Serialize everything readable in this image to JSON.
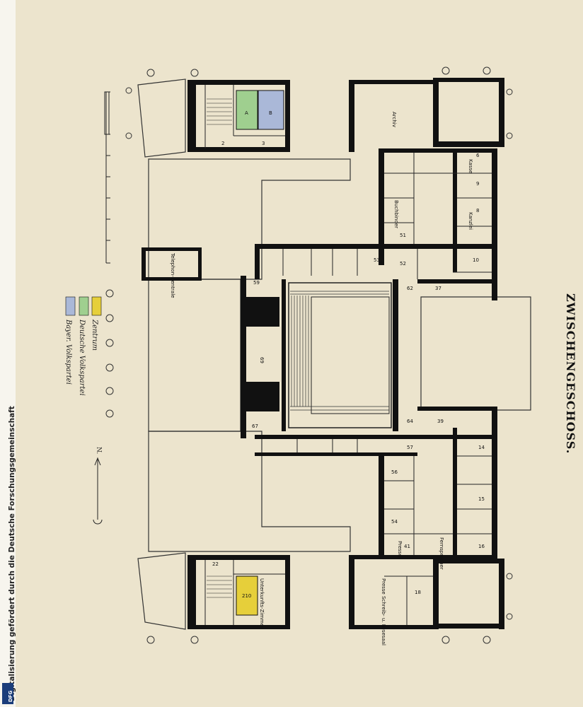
{
  "sidebar_caption": "Digitalisierung gefördert durch die Deutsche Forschungsgemeinschaft",
  "sidebar_logo": "DFG",
  "plan_title": "ZWISCHENGESCHOSS.",
  "north_label": "N.",
  "legend": [
    {
      "label": "Zentrum",
      "color": "#e6cf3a"
    },
    {
      "label": "Deutsche Volkspartei",
      "color": "#9fcf8f"
    },
    {
      "label": "Bayer. Volkspartei",
      "color": "#aab8d8"
    }
  ],
  "rooms": {
    "A": "A",
    "B": "B",
    "archiv": "Archiv",
    "r210": "210",
    "telephon": "Telephon-Zentrale",
    "buchbinder": "Buchbinder",
    "kasse": "Kasse",
    "kanzlei": "Kanzlei",
    "presse": "Presse",
    "lesesaal": "Presse Schreib- u. Lesesaal",
    "fernsprecher": "Fernsprecher",
    "unterkunft": "Unterkunfts-Zimmer",
    "n2": "2",
    "n3": "3",
    "n6": "6",
    "n8": "8",
    "n9": "9",
    "n10": "10",
    "n14": "14",
    "n15": "15",
    "n16": "16",
    "n18": "18",
    "n22": "22",
    "n37": "37",
    "n39": "39",
    "n41": "41",
    "n51": "51",
    "n52": "52",
    "n53": "53",
    "n54": "54",
    "n56": "56",
    "n57": "57",
    "n59": "59",
    "n62": "62",
    "n64": "64",
    "n67": "67",
    "n69": "69"
  }
}
